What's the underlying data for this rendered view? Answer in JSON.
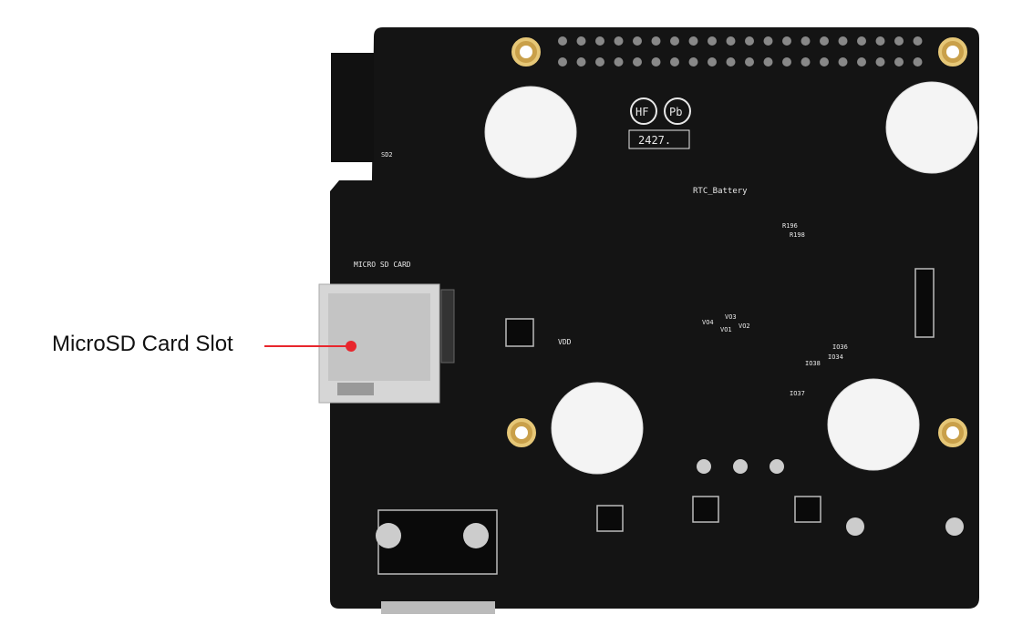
{
  "callout": {
    "label": "MicroSD Card Slot",
    "color": "#e8262d"
  },
  "board": {
    "pcb_color": "#141414",
    "silkscreen_color": "#e8e8e8",
    "labels": {
      "sd_card": "MICRO SD CARD",
      "rtc": "RTC_Battery",
      "vdd": "VDD",
      "date_code": "2427.",
      "hf": "HF",
      "pb": "Pb",
      "sd2": "SD2",
      "r196": "R196",
      "r198": "R198",
      "io36": "IO36",
      "io34": "IO34",
      "io38": "IO38",
      "io37": "IO37",
      "vo1": "VO1",
      "vo2": "VO2",
      "vo3": "VO3",
      "vo4": "VO4"
    }
  }
}
